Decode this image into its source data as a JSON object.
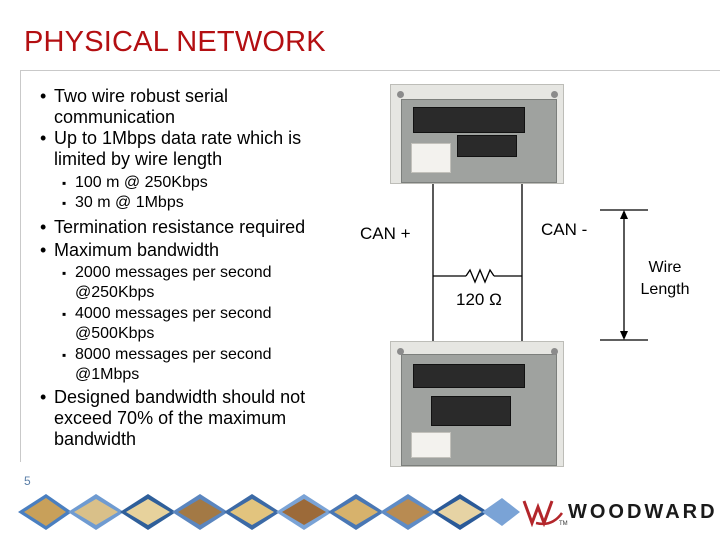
{
  "title": "PHYSICAL NETWORK",
  "bullets": {
    "b1": "Two wire robust serial communication",
    "b2": "Up to 1Mbps data rate which is limited by wire length",
    "b2_sub1": "100 m @ 250Kbps",
    "b2_sub2": "30 m @ 1Mbps",
    "b3": "Termination resistance required",
    "b4": "Maximum bandwidth",
    "b4_sub1": "2000 messages per second @250Kbps",
    "b4_sub2": "4000 messages per second @500Kbps",
    "b4_sub3": "8000 messages per second @1Mbps",
    "b5": "Designed bandwidth should not exceed 70% of the maximum bandwidth"
  },
  "diagram": {
    "can_plus": "CAN +",
    "can_minus": "CAN -",
    "resistor": "120 Ω",
    "wire_length": "Wire Length"
  },
  "footer": {
    "page_number": "5",
    "logo_text": "WOODWARD",
    "logo_tm": "TM"
  },
  "colors": {
    "title": "#b30f12",
    "logo_mark": "#b3262b"
  }
}
